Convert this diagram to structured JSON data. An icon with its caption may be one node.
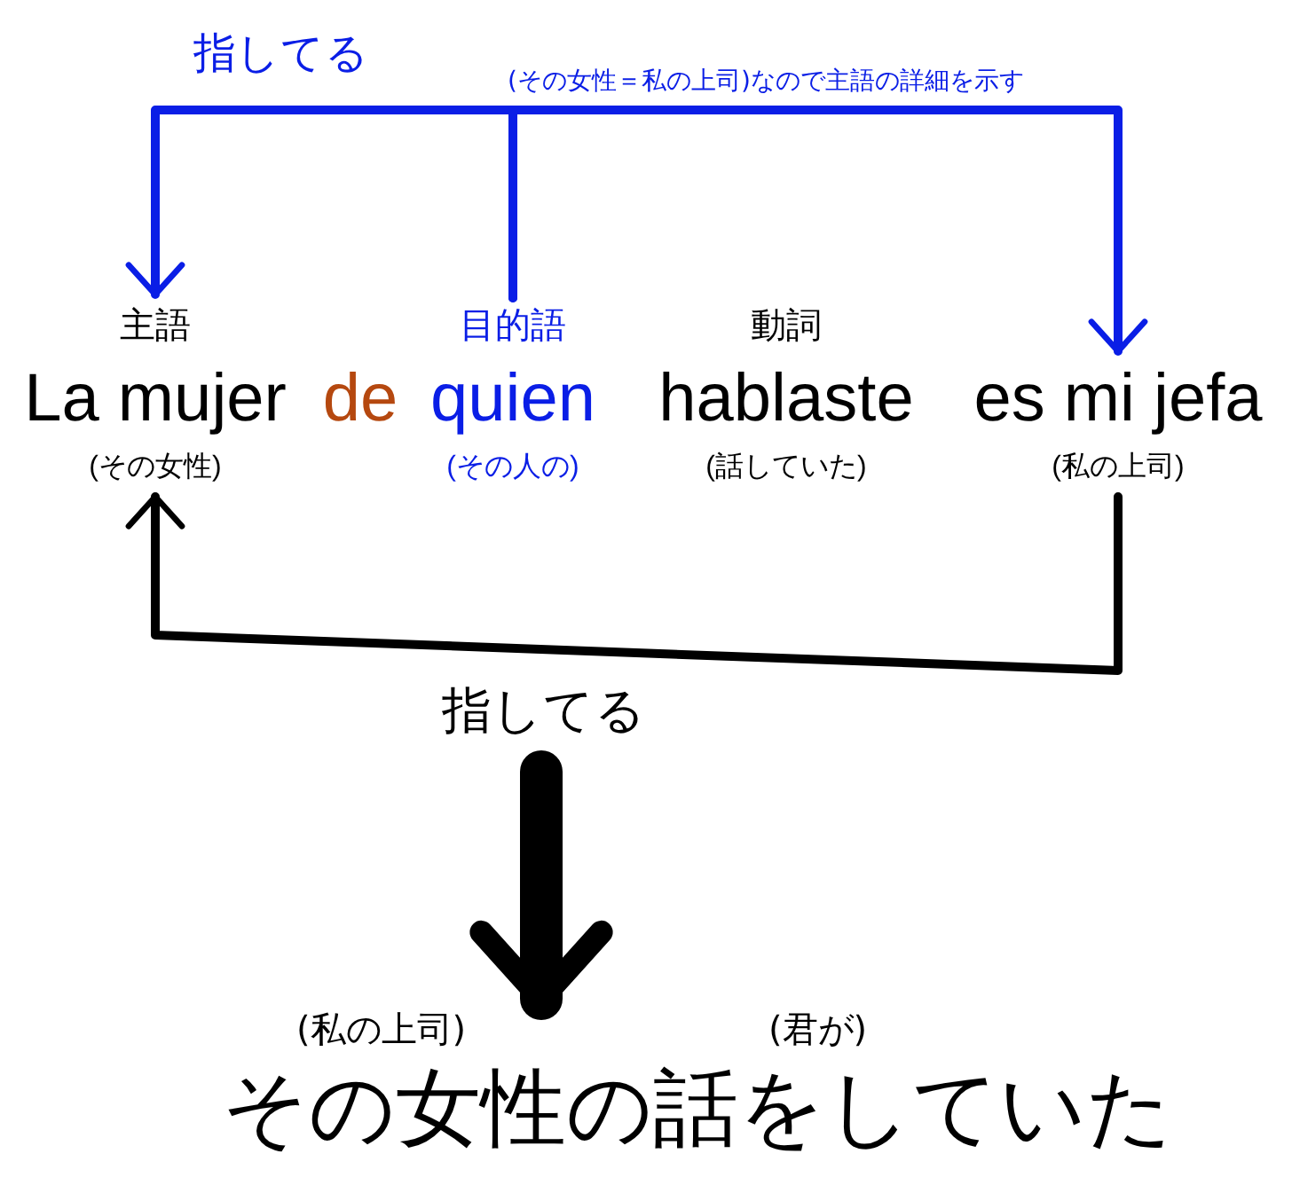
{
  "diagram": {
    "nodes": [
      {
        "text": [
          "主語",
          "La mujer",
          "(その女性)"
        ]
      },
      {
        "text": [
          "de"
        ]
      },
      {
        "text": [
          "目的語",
          "quien",
          "(その人の)"
        ]
      },
      {
        "text": [
          "動詞",
          "hablaste",
          "(話していた)"
        ]
      },
      {
        "text": [
          "es mi jefa",
          "(私の上司)"
        ]
      },
      {
        "text": [
          "その女性の話をしていた"
        ],
        "beside": [
          "(私の上司)",
          "(君が)"
        ]
      }
    ],
    "edges": [
      {
        "from": 2,
        "to": 0,
        "arrow": "to",
        "label": "指してる",
        "color": "#0a1ee6"
      },
      {
        "from": 2,
        "to": 4,
        "arrow": "to",
        "label": "(その女性＝私の上司)なので主語の詳細を示す",
        "color": "#0a1ee6"
      },
      {
        "from": 4,
        "to": 0,
        "arrow": "to",
        "label": "指してる",
        "color": "#000000"
      },
      {
        "from": null,
        "to": 5,
        "arrow": "to",
        "style": "thick",
        "color": "#000000"
      }
    ]
  }
}
